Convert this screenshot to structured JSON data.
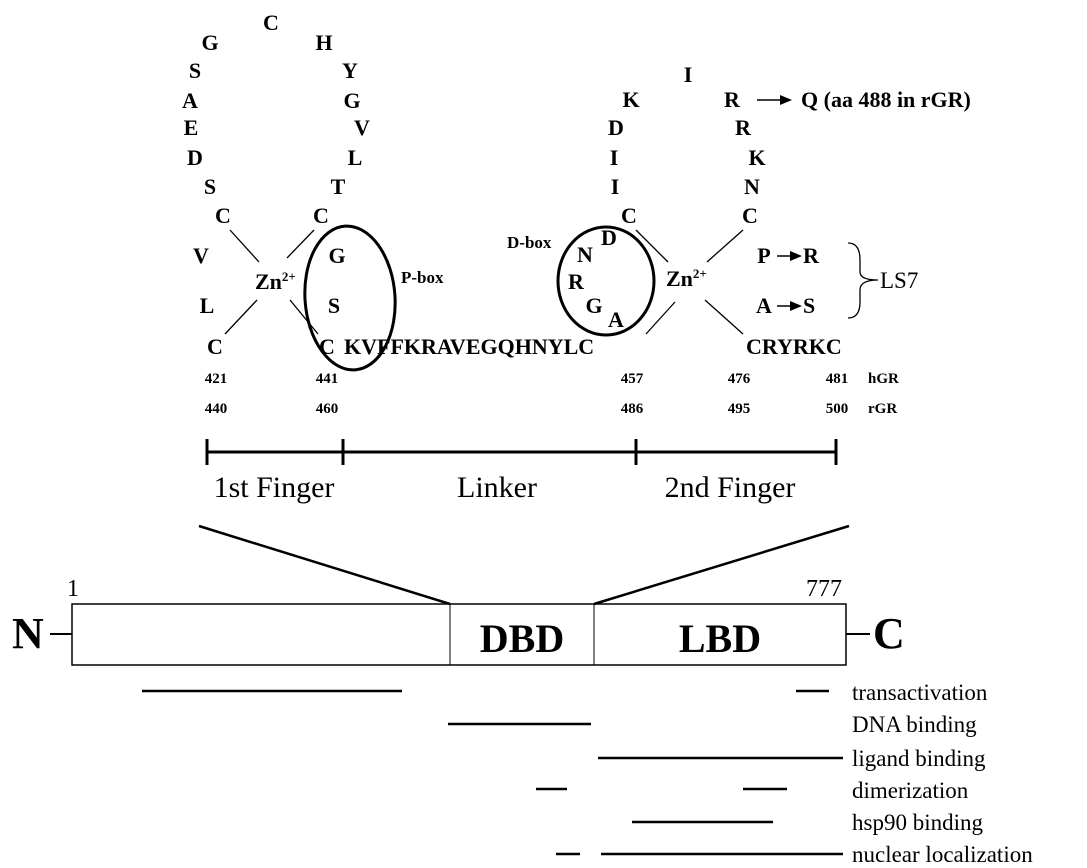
{
  "finger1": {
    "ring": [
      "G",
      "C",
      "H",
      "S",
      "Y",
      "A",
      "G",
      "E",
      "V",
      "D",
      "L",
      "S",
      "T"
    ],
    "coord": [
      "C",
      "C",
      "V",
      "L",
      "C"
    ],
    "box": [
      "G",
      "S"
    ],
    "last_c": "C"
  },
  "finger2": {
    "ring": [
      "I",
      "K",
      "R",
      "D",
      "R",
      "I",
      "K",
      "I",
      "N"
    ],
    "coord": [
      "C",
      "C"
    ],
    "box": [
      "N",
      "D",
      "R",
      "G",
      "A"
    ],
    "tail": "CRYRKC"
  },
  "linker_seq": "KVFFKRAVEGQHNYLC",
  "zinc": "Zn",
  "zinc_charge": "2+",
  "labels": {
    "p_box": "P-box",
    "d_box": "D-box",
    "ls7": "LS7",
    "mutation_note": "Q (aa 488 in rGR)"
  },
  "mutations": [
    {
      "from": "P",
      "to": "R"
    },
    {
      "from": "A",
      "to": "S"
    }
  ],
  "residue_numbers": {
    "hgr_label": "hGR",
    "rgr_label": "rGR",
    "hgr": [
      "421",
      "441",
      "457",
      "476",
      "481"
    ],
    "rgr": [
      "440",
      "460",
      "486",
      "495",
      "500"
    ]
  },
  "scale_regions": [
    "1st Finger",
    "Linker",
    "2nd Finger"
  ],
  "protein": {
    "n_term": "N",
    "c_term": "C",
    "start": "1",
    "end": "777",
    "dbd": "DBD",
    "lbd": "LBD"
  },
  "functions": [
    "transactivation",
    "DNA binding",
    "ligand binding",
    "dimerization",
    "hsp90 binding",
    "nuclear localization"
  ]
}
